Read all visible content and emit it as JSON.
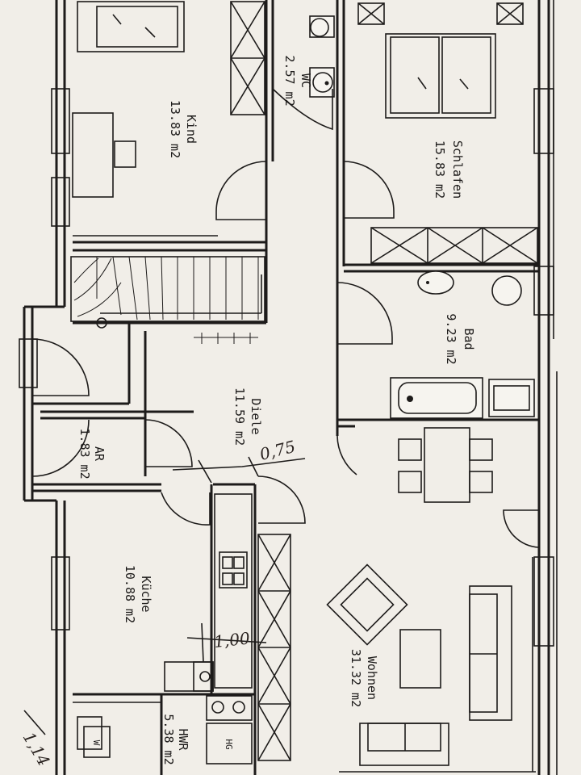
{
  "rooms": {
    "kind": {
      "name": "Kind",
      "area": "13.83 m2"
    },
    "wc": {
      "name": "WC",
      "area": "2.57 m2"
    },
    "schlafen": {
      "name": "Schlafen",
      "area": "15.83 m2"
    },
    "bad": {
      "name": "Bad",
      "area": "9.23 m2"
    },
    "diele": {
      "name": "Diele",
      "area": "11.59 m2"
    },
    "abst": {
      "name": "AR",
      "area": "1.83 m2"
    },
    "kueche": {
      "name": "Küche",
      "area": "10.88 m2"
    },
    "wohnen": {
      "name": "Wohnen",
      "area": "31.32 m2"
    },
    "hwr": {
      "name": "HWR",
      "area": "5.38 m2"
    }
  },
  "annotations": {
    "door_width": "0,75",
    "kitchen_mark": "1,00",
    "edge_mark": "1,14"
  },
  "appliance_labels": {
    "washer": "W",
    "hwr_box": "HG"
  },
  "colors": {
    "paper": "#f1eee8",
    "ink": "#1d1b1a"
  }
}
